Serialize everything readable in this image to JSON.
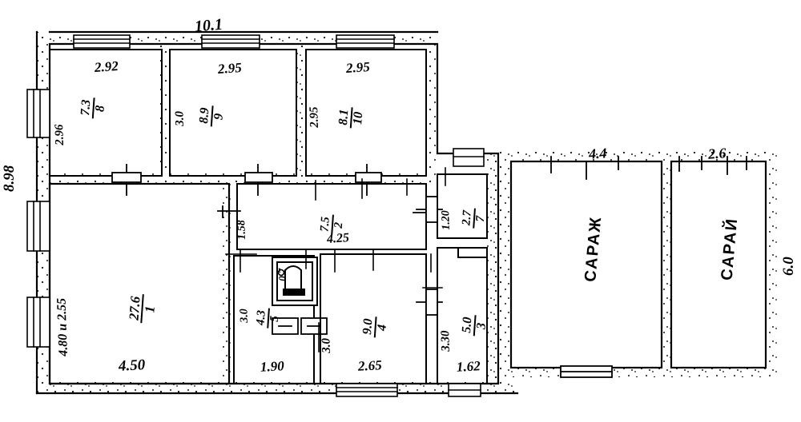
{
  "document": {
    "type": "architectural-floor-plan",
    "style": "hand-drawn technical drawing",
    "ink_color": "#000000",
    "paper_color": "#ffffff"
  },
  "overall_dimensions": {
    "top_total": "10.1",
    "left_total": "8.98",
    "right_total": "6.0"
  },
  "rooms": [
    {
      "id": "room-8",
      "number": "8",
      "area": "7.3",
      "width": "2.92",
      "height": "2.96"
    },
    {
      "id": "room-9",
      "number": "9",
      "area": "8.9",
      "width": "2.95",
      "height": "3.0"
    },
    {
      "id": "room-10",
      "number": "10",
      "area": "8.1",
      "width": "2.95",
      "height": "2.95"
    },
    {
      "id": "room-1",
      "number": "1",
      "area": "27.6",
      "width": "4.50",
      "height": "4.80 и 2.55"
    },
    {
      "id": "room-2",
      "number": "2",
      "area": "7.5",
      "width": "4.25",
      "height": "1.58"
    },
    {
      "id": "room-5",
      "number": "5",
      "area": "4.3",
      "width": "1.90",
      "height": "3.0"
    },
    {
      "id": "room-4",
      "number": "4",
      "area": "9.0",
      "width": "2.65",
      "height": "3.0"
    },
    {
      "id": "room-7",
      "number": "7",
      "area": "2.7",
      "width": "1.20",
      "height": "1.20"
    },
    {
      "id": "room-3",
      "number": "3",
      "area": "5.0",
      "width": "1.62",
      "height": "3.30"
    },
    {
      "id": "room-6",
      "number": "6",
      "area": "0.7",
      "width": "0.7",
      "height": "0.7"
    }
  ],
  "closet": {
    "dim": "0.7"
  },
  "sheds": [
    {
      "id": "shed-left",
      "name": "САРАЖ",
      "width": "4.4",
      "height": "6.0"
    },
    {
      "id": "shed-right",
      "name": "САРАЙ",
      "width": "2.6",
      "height": "6.0"
    }
  ],
  "dimension_labels": {
    "top_overall": "10.1",
    "left_overall": "8.98",
    "right_overall": "6.0",
    "w_room8": "2.92",
    "w_room9": "2.95",
    "w_room10": "2.95",
    "h_room8": "2.96",
    "h_room9": "3.0",
    "h_room10": "2.95",
    "h_room1": "4.80 и 2.55",
    "w_room1": "4.50",
    "h_room2": "1.58",
    "w_room2": "4.25",
    "w_room5": "1.90",
    "h_room5": "3.0",
    "w_room4": "2.65",
    "h_room4": "3.0",
    "h_room7": "1.20",
    "h_room3": "3.30",
    "w_room3": "1.62",
    "w_shed_left": "4.4",
    "w_shed_right": "2.6",
    "closet_dim": "0.7"
  },
  "area_fractions": {
    "room8": {
      "num": "7.3",
      "den": "8"
    },
    "room9": {
      "num": "8.9",
      "den": "9"
    },
    "room10": {
      "num": "8.1",
      "den": "10"
    },
    "room1": {
      "num": "27.6",
      "den": "1"
    },
    "room2": {
      "num": "7.5",
      "den": "2"
    },
    "room5": {
      "num": "4.3",
      "den": "5"
    },
    "room4": {
      "num": "9.0",
      "den": "4"
    },
    "room7": {
      "num": "2.7",
      "den": "7"
    },
    "room3": {
      "num": "5.0",
      "den": "3"
    }
  }
}
